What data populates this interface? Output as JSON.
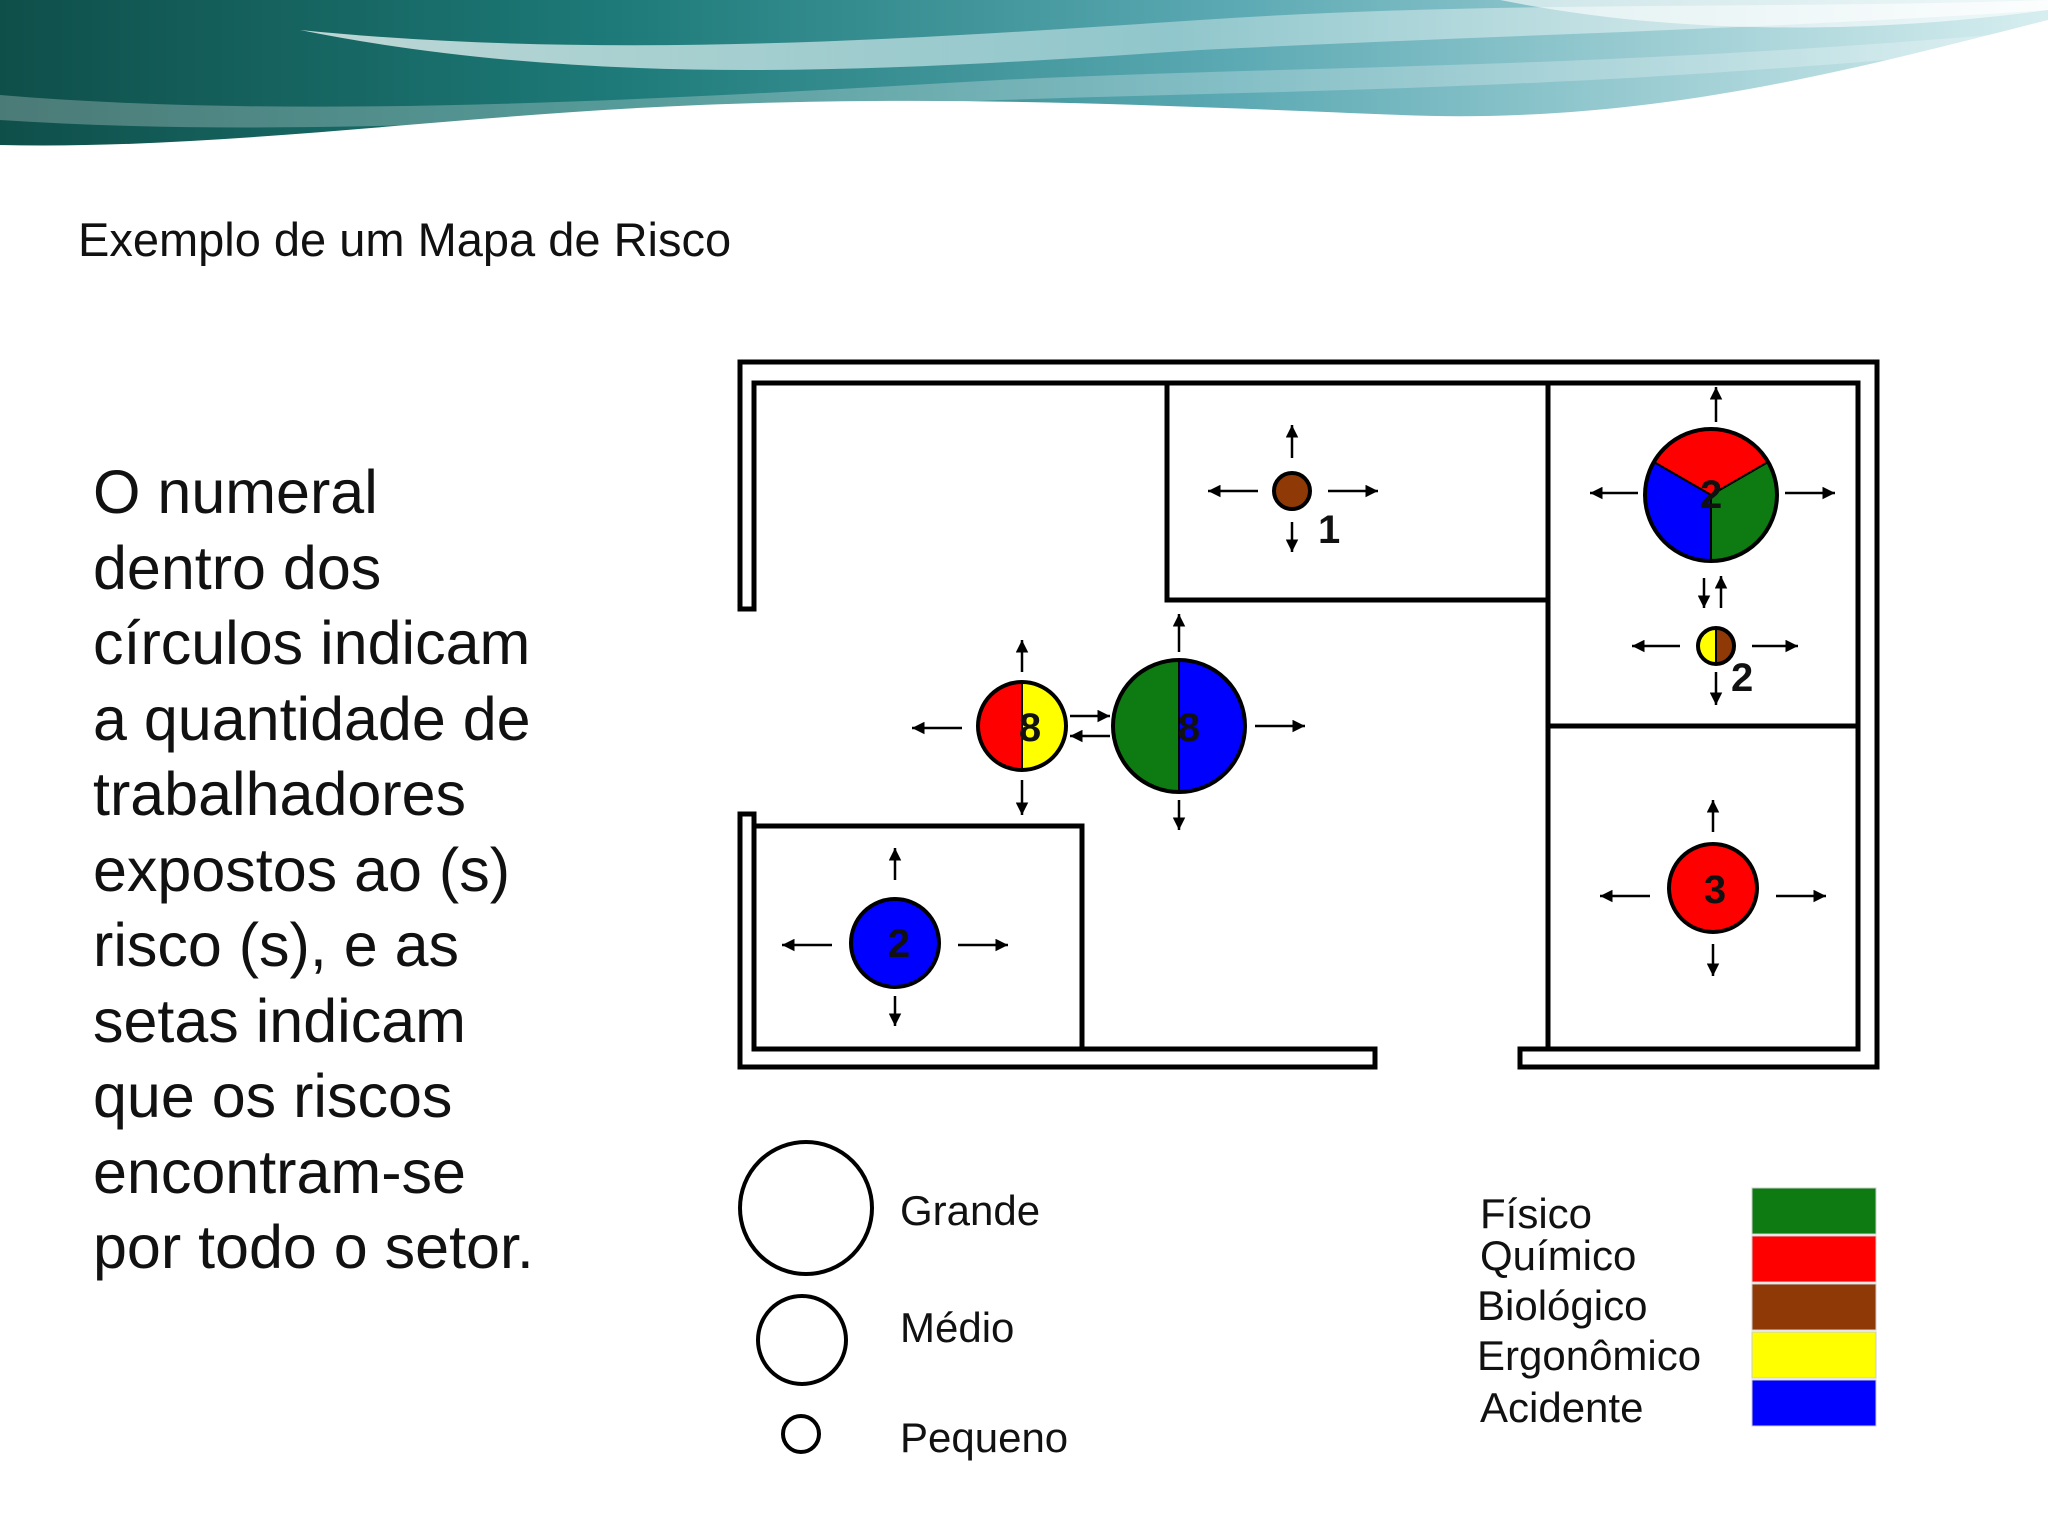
{
  "slide": {
    "title": "Exemplo de um Mapa de Risco",
    "body_lines": [
      "O numeral",
      "dentro dos",
      "círculos indicam",
      "a quantidade de",
      "trabalhadores",
      "expostos ao (s)",
      "risco (s), e as",
      "setas indicam",
      "que os riscos",
      "encontram-se",
      "por todo o setor."
    ]
  },
  "colors": {
    "fisico": "#0d7a12",
    "quimico": "#ff0000",
    "biologico": "#8f3a06",
    "ergonomico": "#ffff00",
    "acidente": "#0000ff"
  },
  "risk_circles": [
    {
      "id": "c1",
      "size": "pequeno",
      "risks": [
        "biologico"
      ],
      "count": "1"
    },
    {
      "id": "c2",
      "size": "grande",
      "risks": [
        "quimico",
        "fisico",
        "acidente"
      ],
      "count": "2"
    },
    {
      "id": "c3",
      "size": "pequeno",
      "risks": [
        "ergonomico",
        "biologico"
      ],
      "count": "2"
    },
    {
      "id": "c4",
      "size": "medio",
      "risks": [
        "quimico",
        "ergonomico"
      ],
      "count": "8"
    },
    {
      "id": "c5",
      "size": "grande",
      "risks": [
        "fisico",
        "acidente"
      ],
      "count": "8"
    },
    {
      "id": "c6",
      "size": "medio",
      "risks": [
        "acidente"
      ],
      "count": "2"
    },
    {
      "id": "c7",
      "size": "medio",
      "risks": [
        "quimico"
      ],
      "count": "3"
    }
  ],
  "legend_sizes": [
    {
      "key": "grande",
      "label": "Grande"
    },
    {
      "key": "medio",
      "label": "Médio"
    },
    {
      "key": "pequeno",
      "label": "Pequeno"
    }
  ],
  "legend_colors": [
    {
      "key": "fisico",
      "label": "Físico"
    },
    {
      "key": "quimico",
      "label": "Químico"
    },
    {
      "key": "biologico",
      "label": "Biológico"
    },
    {
      "key": "ergonomico",
      "label": "Ergonômico"
    },
    {
      "key": "acidente",
      "label": "Acidente"
    }
  ]
}
